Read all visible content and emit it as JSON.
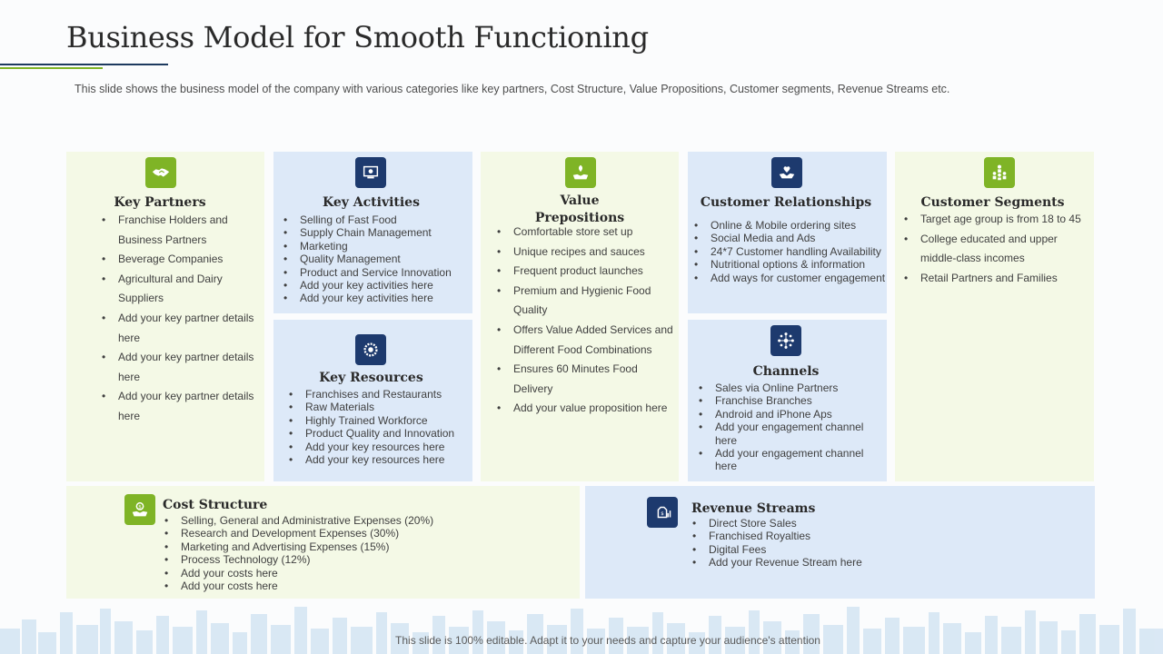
{
  "title": "Business Model for Smooth Functioning",
  "subtitle": "This slide shows the business model of the company with various  categories like key partners, Cost Structure, Value Propositions, Customer segments, Revenue  Streams etc.",
  "key_partners": {
    "title": "Key Partners",
    "icon": "handshake-icon",
    "items": [
      "Franchise Holders and Business Partners",
      "Beverage Companies",
      "Agricultural and Dairy Suppliers",
      "Add your key partner details here",
      "Add your key partner details here",
      "Add your key partner details here"
    ]
  },
  "key_activities": {
    "title": "Key Activities",
    "icon": "gear-board-icon",
    "items": [
      "Selling of Fast Food",
      "Supply Chain Management",
      "Marketing",
      "Quality Management",
      "Product and Service Innovation",
      "Add your key activities here",
      "Add your key activities here"
    ]
  },
  "key_resources": {
    "title": "Key Resources",
    "icon": "cog-icon",
    "items": [
      "Franchises and Restaurants",
      "Raw Materials",
      "Highly Trained Workforce",
      "Product Quality and Innovation",
      "Add your key resources here",
      "Add your key resources here"
    ]
  },
  "value_propositions": {
    "title": "Value Prepositions",
    "icon": "hand-with-plant-icon",
    "items": [
      "Comfortable store set up",
      "Unique recipes and sauces",
      "Frequent product launches",
      "Premium and Hygienic Food Quality",
      "Offers Value Added Services and Different Food Combinations",
      "Ensures 60 Minutes Food Delivery",
      "Add your value proposition here"
    ]
  },
  "customer_relationships": {
    "title": "Customer Relationships",
    "icon": "heart-hands-icon",
    "items": [
      "Online & Mobile ordering sites",
      "Social Media and Ads",
      "24*7 Customer handling Availability",
      "Nutritional options & information",
      "Add ways for customer engagement"
    ]
  },
  "channels": {
    "title": "Channels",
    "icon": "network-icon",
    "items": [
      "Sales via Online Partners",
      "Franchise Branches",
      "Android and iPhone Aps",
      "Add your engagement channel here",
      "Add your engagement channel here"
    ]
  },
  "customer_segments": {
    "title": "Customer Segments",
    "icon": "people-group-icon",
    "items": [
      "Target age group is from 18 to  45",
      "College educated and upper middle-class incomes",
      "Retail Partners and Families"
    ]
  },
  "cost_structure": {
    "title": "Cost Structure",
    "icon": "money-hand-icon",
    "items": [
      "Selling, General and Administrative Expenses (20%)",
      "Research and Development Expenses (30%)",
      "Marketing and Advertising Expenses (15%)",
      "Process Technology (12%)",
      "Add your costs here",
      "Add your costs here"
    ]
  },
  "revenue_streams": {
    "title": "Revenue Streams",
    "icon": "money-bag-chart-icon",
    "items": [
      "Direct Store Sales",
      "Franchised Royalties",
      "Digital Fees",
      "Add your Revenue Stream here"
    ]
  },
  "footer": "This slide is 100% editable. Adapt it to your needs and capture your audience's attention",
  "colors": {
    "green_box": "#f4f9e6",
    "blue_box": "#dde9f8",
    "green_accent": "#7fb426",
    "navy_accent": "#1d3a6e"
  }
}
